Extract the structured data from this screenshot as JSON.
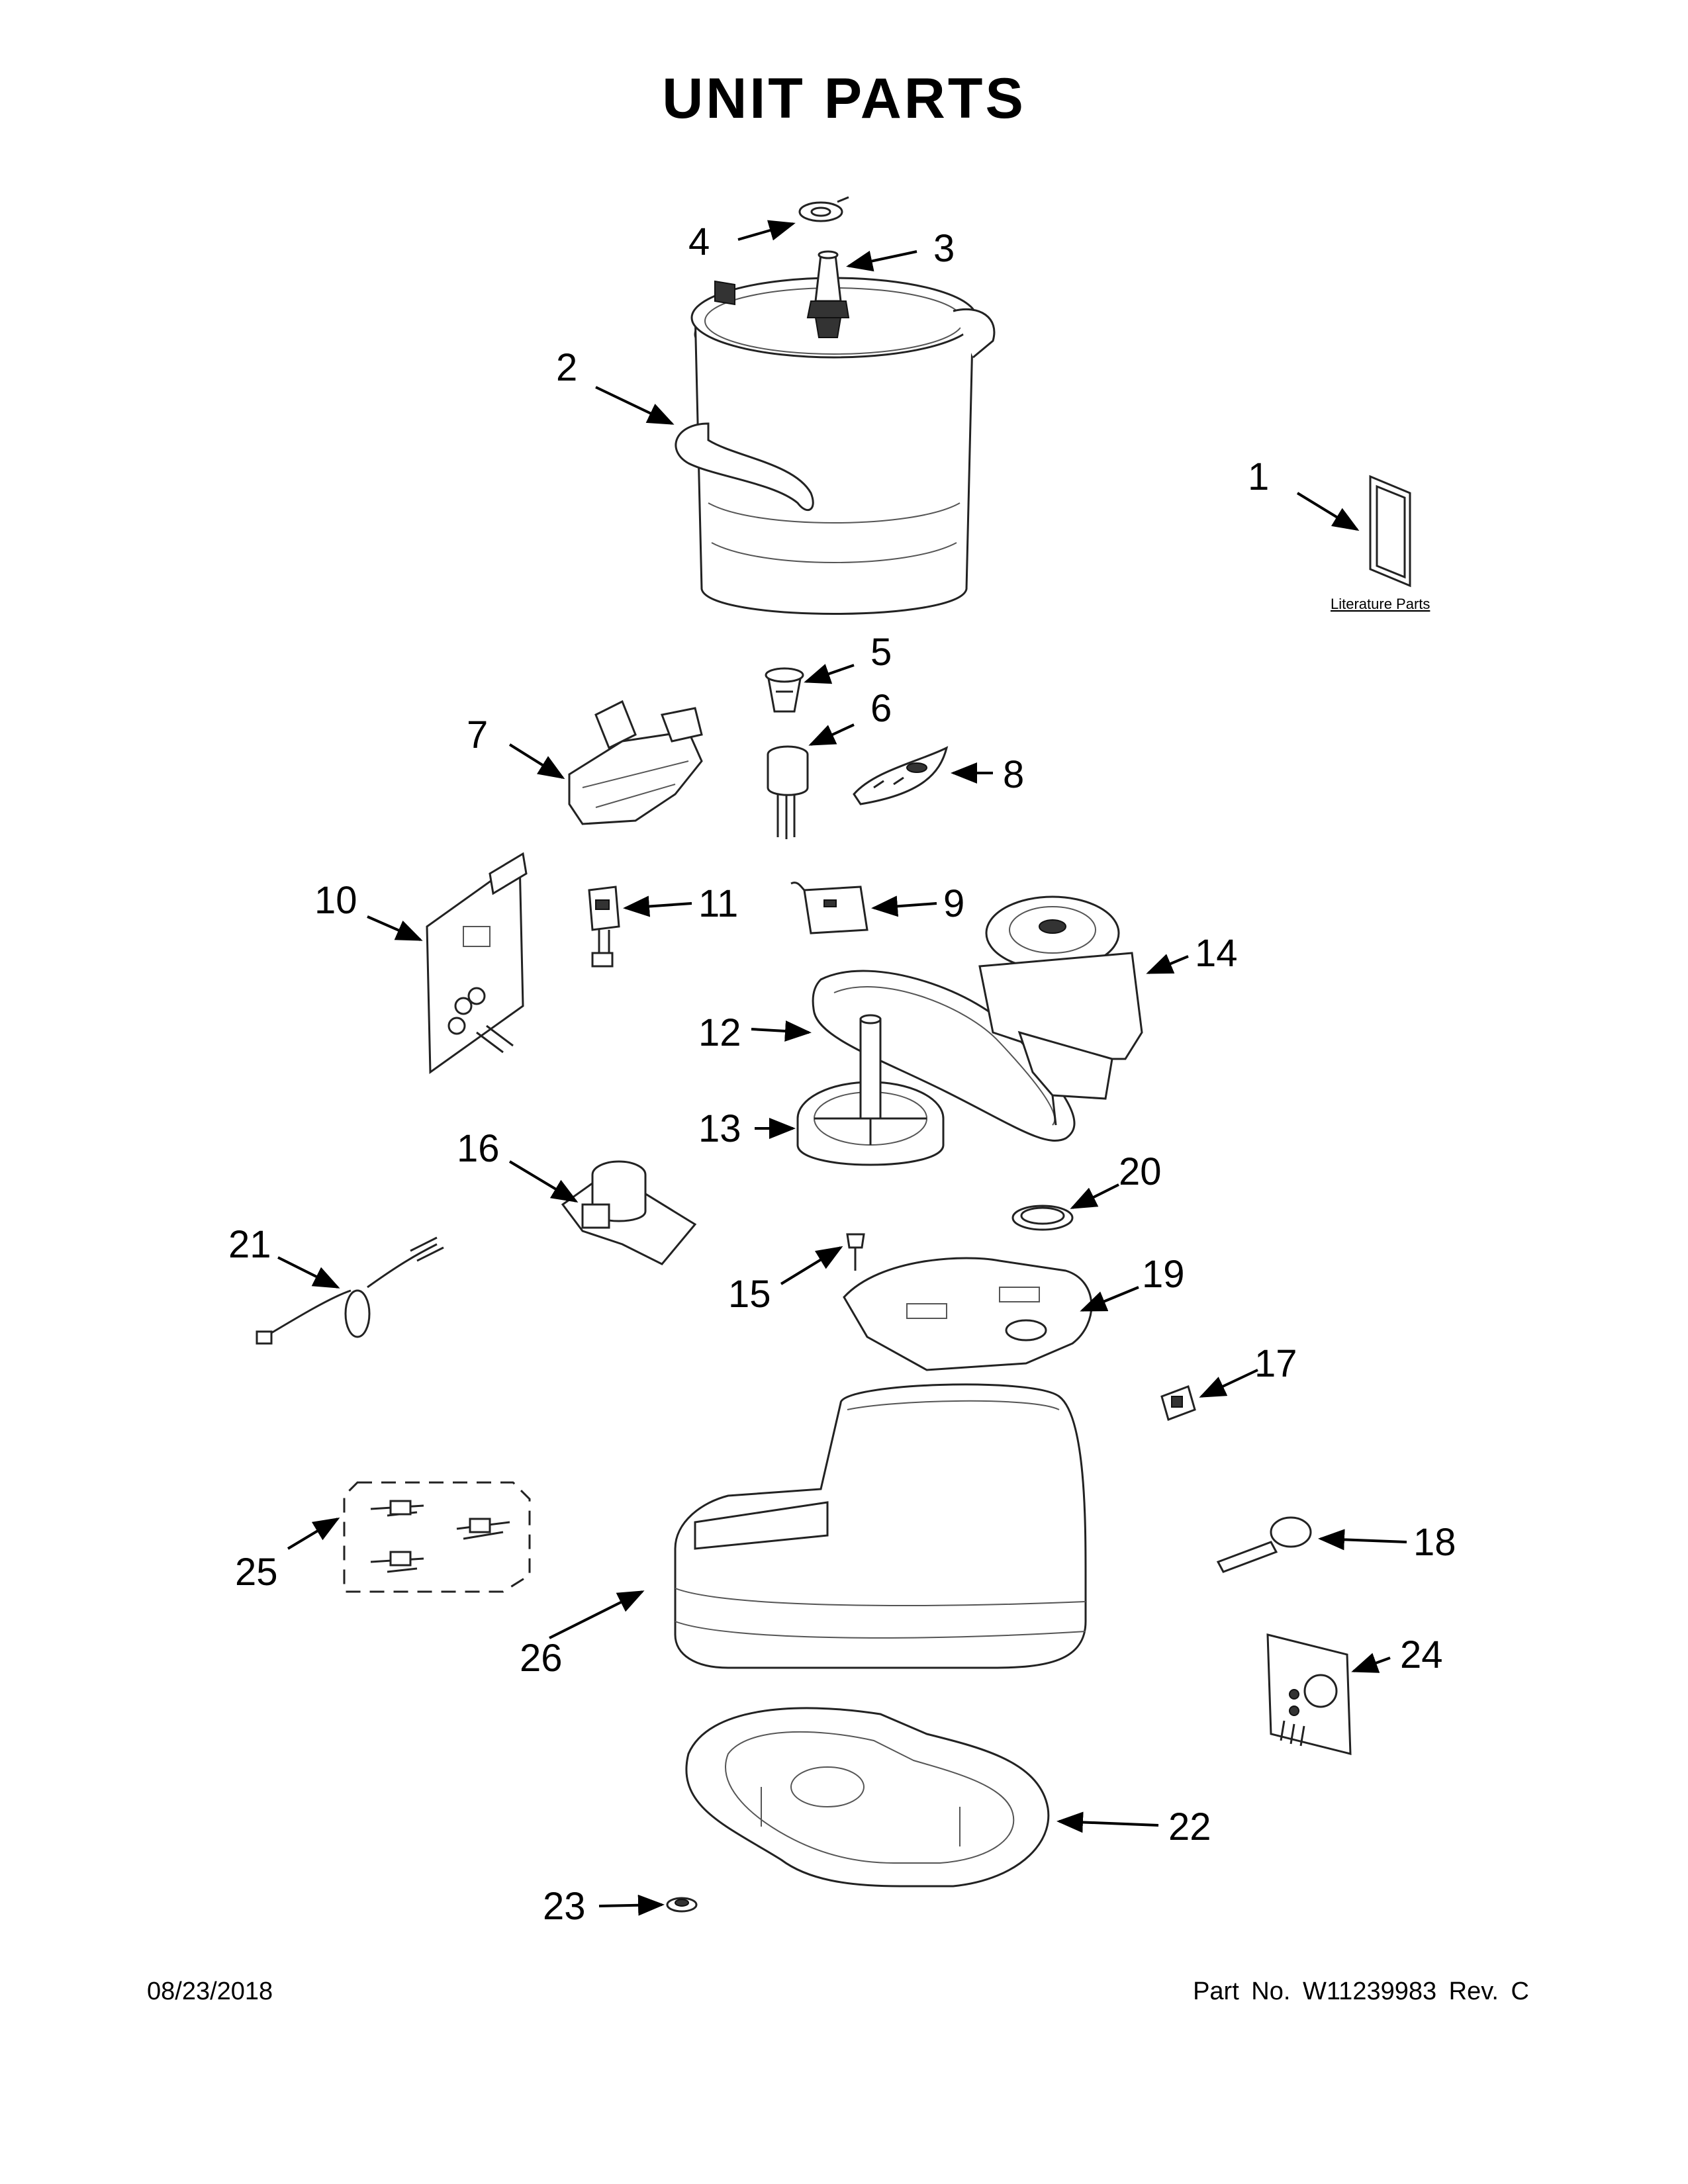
{
  "header": {
    "title": "UNIT  PARTS"
  },
  "footer": {
    "date": "08/23/2018",
    "part_number": "Part No.  W11239983  Rev.  C"
  },
  "literature_label": "Literature Parts",
  "callouts": [
    "1",
    "2",
    "3",
    "4",
    "5",
    "6",
    "7",
    "8",
    "9",
    "10",
    "11",
    "12",
    "13",
    "14",
    "15",
    "16",
    "17",
    "18",
    "19",
    "20",
    "21",
    "22",
    "23",
    "24",
    "25",
    "26"
  ]
}
